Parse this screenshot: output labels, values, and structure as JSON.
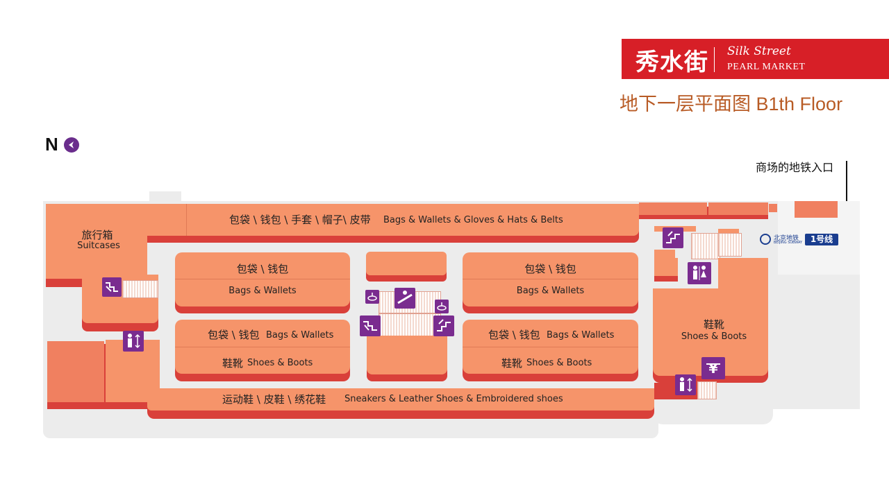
{
  "header": {
    "logo_cn": "秀水街",
    "logo_script": "Silk Street",
    "logo_en": "PEARL MARKET",
    "floor_title": "地下一层平面图  B1th Floor"
  },
  "compass": {
    "label": "N",
    "icon": "north-arrow-icon"
  },
  "subway": {
    "entrance_label": "商场的地铁入口",
    "brand_cn": "北京地铁",
    "brand_en": "BEIJING SUBWAY",
    "line": "1号线"
  },
  "zones": {
    "suitcases": {
      "cn": "旅行箱",
      "en": "Suitcases"
    },
    "top_strip": {
      "cn": "包袋 \\ 钱包 \\ 手套 \\ 帽子\\ 皮带",
      "en": "Bags & Wallets & Gloves & Hats & Belts"
    },
    "block_a_top": {
      "cn": "包袋 \\ 钱包",
      "en": "Bags & Wallets"
    },
    "block_b_top": {
      "cn": "包袋 \\ 钱包",
      "en": "Bags & Wallets"
    },
    "block_a_bottom_1": {
      "cn": "包袋 \\ 钱包",
      "en": "Bags & Wallets"
    },
    "block_a_bottom_2": {
      "cn": "鞋靴",
      "en": "Shoes & Boots"
    },
    "block_b_bottom_1": {
      "cn": "包袋 \\ 钱包",
      "en": "Bags & Wallets"
    },
    "block_b_bottom_2": {
      "cn": "鞋靴",
      "en": "Shoes & Boots"
    },
    "right_block": {
      "cn": "鞋靴",
      "en": "Shoes & Boots"
    },
    "bottom_strip": {
      "cn": "运动鞋 \\ 皮鞋 \\ 绣花鞋",
      "en": "Sneakers & Leather Shoes & Embroidered shoes"
    }
  },
  "colors": {
    "zone": "#f6946a",
    "zone_dark": "#f08060",
    "shadow": "#d9403a",
    "floor": "#ececec",
    "icon": "#7a2c8f",
    "brand_red": "#d71f27",
    "title_orange": "#b85b25"
  }
}
